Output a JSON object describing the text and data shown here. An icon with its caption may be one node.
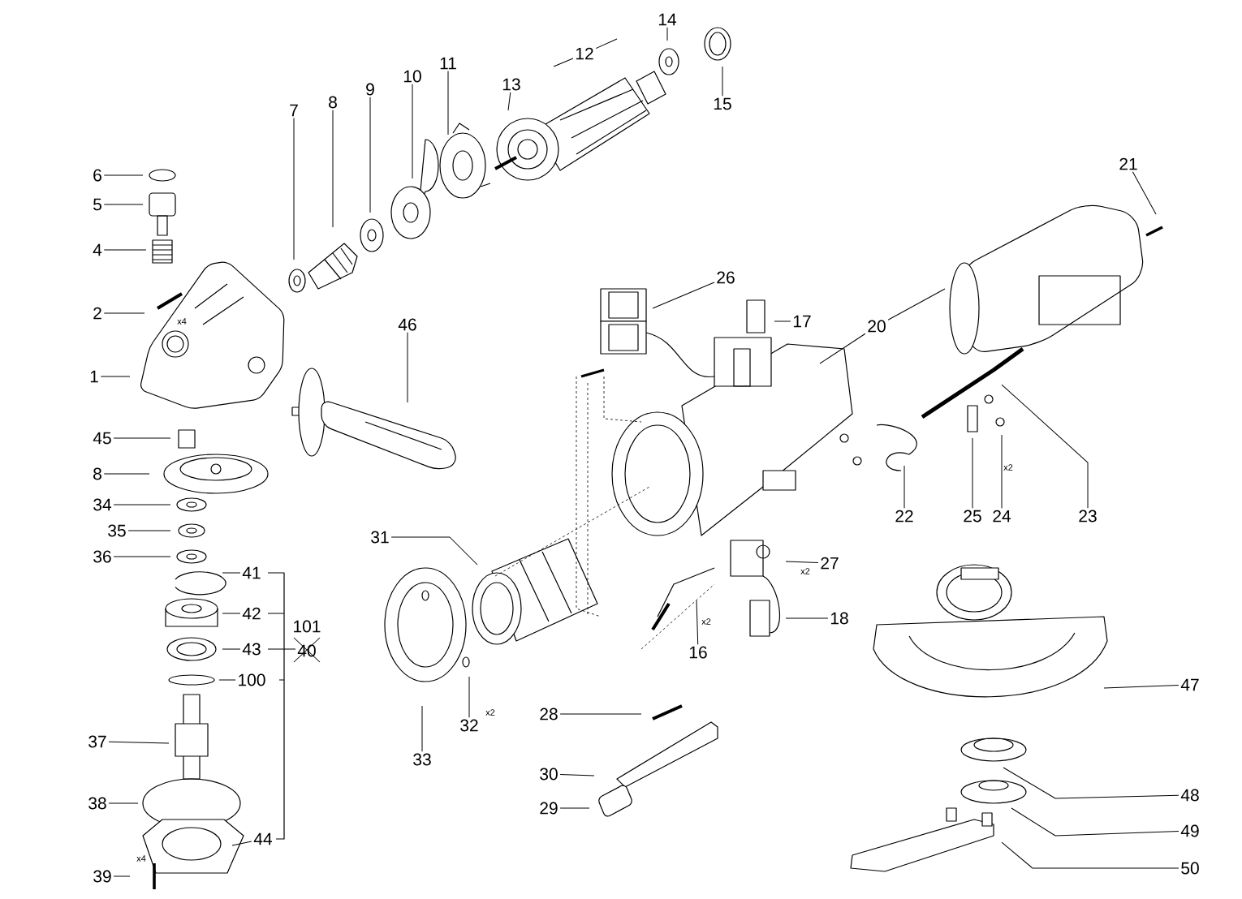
{
  "diagram": {
    "nodes": [
      {
        "text": [
          "14"
        ]
      },
      {
        "text": [
          "12"
        ]
      },
      {
        "text": [
          "13"
        ]
      },
      {
        "text": [
          "11"
        ]
      },
      {
        "text": [
          "10"
        ]
      },
      {
        "text": [
          "9"
        ]
      },
      {
        "text": [
          "8"
        ]
      },
      {
        "text": [
          "7"
        ]
      },
      {
        "text": [
          "15"
        ]
      },
      {
        "text": [
          "21"
        ]
      },
      {
        "text": [
          "6"
        ]
      },
      {
        "text": [
          "5"
        ]
      },
      {
        "text": [
          "4"
        ]
      },
      {
        "text": [
          "26"
        ]
      },
      {
        "text": [
          "2"
        ]
      },
      {
        "text": [
          "17"
        ]
      },
      {
        "text": [
          "46"
        ]
      },
      {
        "text": [
          "20"
        ]
      },
      {
        "text": [
          "1"
        ]
      },
      {
        "text": [
          "45"
        ]
      },
      {
        "text": [
          "8"
        ]
      },
      {
        "text": [
          "34"
        ]
      },
      {
        "text": [
          "35"
        ]
      },
      {
        "text": [
          "36"
        ]
      },
      {
        "text": [
          "22"
        ]
      },
      {
        "text": [
          "25"
        ]
      },
      {
        "text": [
          "24"
        ]
      },
      {
        "text": [
          "23"
        ]
      },
      {
        "text": [
          "31"
        ]
      },
      {
        "text": [
          "27"
        ]
      },
      {
        "text": [
          "41"
        ]
      },
      {
        "text": [
          "42"
        ]
      },
      {
        "text": [
          "18"
        ]
      },
      {
        "text": [
          "43"
        ]
      },
      {
        "text": [
          "16"
        ]
      },
      {
        "text": [
          "100"
        ]
      },
      {
        "text": [
          "47"
        ]
      },
      {
        "text": [
          "28"
        ]
      },
      {
        "text": [
          "32"
        ]
      },
      {
        "text": [
          "37"
        ]
      },
      {
        "text": [
          "33"
        ]
      },
      {
        "text": [
          "30"
        ]
      },
      {
        "text": [
          "48"
        ]
      },
      {
        "text": [
          "38"
        ]
      },
      {
        "text": [
          "29"
        ]
      },
      {
        "text": [
          "49"
        ]
      },
      {
        "text": [
          "44"
        ]
      },
      {
        "text": [
          "50"
        ]
      },
      {
        "text": [
          "39"
        ]
      }
    ],
    "edges": [
      {
        "from": 0,
        "to": null,
        "arrow": "none"
      },
      {
        "from": 1,
        "to": null,
        "arrow": "none"
      },
      {
        "from": 1,
        "to": null,
        "arrow": "none"
      },
      {
        "from": 2,
        "to": null,
        "arrow": "none"
      },
      {
        "from": 3,
        "to": null,
        "arrow": "none"
      },
      {
        "from": 4,
        "to": null,
        "arrow": "none"
      },
      {
        "from": 5,
        "to": null,
        "arrow": "none"
      },
      {
        "from": 6,
        "to": null,
        "arrow": "none"
      },
      {
        "from": 7,
        "to": null,
        "arrow": "none"
      },
      {
        "from": 8,
        "to": null,
        "arrow": "none"
      },
      {
        "from": 9,
        "to": null,
        "arrow": "none"
      },
      {
        "from": 10,
        "to": null,
        "arrow": "none"
      },
      {
        "from": 11,
        "to": null,
        "arrow": "none"
      },
      {
        "from": 12,
        "to": null,
        "arrow": "none"
      },
      {
        "from": 13,
        "to": null,
        "arrow": "none"
      },
      {
        "from": 14,
        "to": null,
        "arrow": "none"
      },
      {
        "from": 15,
        "to": null,
        "arrow": "none"
      },
      {
        "from": 16,
        "to": null,
        "arrow": "none"
      },
      {
        "from": 17,
        "to": null,
        "arrow": "none"
      },
      {
        "from": 17,
        "to": null,
        "arrow": "none"
      },
      {
        "from": 18,
        "to": null,
        "arrow": "none"
      },
      {
        "from": 19,
        "to": null,
        "arrow": "none"
      },
      {
        "from": 20,
        "to": null,
        "arrow": "none"
      },
      {
        "from": 21,
        "to": null,
        "arrow": "none"
      },
      {
        "from": 22,
        "to": null,
        "arrow": "none"
      },
      {
        "from": 23,
        "to": null,
        "arrow": "none"
      },
      {
        "from": 24,
        "to": null,
        "arrow": "none"
      },
      {
        "from": 25,
        "to": null,
        "arrow": "none"
      },
      {
        "from": 26,
        "to": null,
        "arrow": "none"
      },
      {
        "from": 27,
        "to": null,
        "arrow": "none"
      },
      {
        "from": 28,
        "to": null,
        "arrow": "none"
      },
      {
        "from": 29,
        "to": null,
        "arrow": "none"
      },
      {
        "from": 30,
        "to": null,
        "arrow": "none"
      },
      {
        "from": 31,
        "to": null,
        "arrow": "none"
      },
      {
        "from": 32,
        "to": null,
        "arrow": "none"
      },
      {
        "from": 33,
        "to": null,
        "arrow": "none"
      },
      {
        "from": 34,
        "to": null,
        "arrow": "none"
      },
      {
        "from": 35,
        "to": null,
        "arrow": "none"
      },
      {
        "from": 36,
        "to": null,
        "arrow": "none"
      },
      {
        "from": 37,
        "to": null,
        "arrow": "none"
      },
      {
        "from": 38,
        "to": null,
        "arrow": "none"
      },
      {
        "from": 39,
        "to": null,
        "arrow": "none"
      },
      {
        "from": 40,
        "to": null,
        "arrow": "none"
      },
      {
        "from": 41,
        "to": null,
        "arrow": "none"
      },
      {
        "from": 42,
        "to": null,
        "arrow": "none"
      },
      {
        "from": 43,
        "to": null,
        "arrow": "none"
      },
      {
        "from": 44,
        "to": null,
        "arrow": "none"
      },
      {
        "from": 45,
        "to": null,
        "arrow": "none"
      },
      {
        "from": 46,
        "to": null,
        "arrow": "none"
      },
      {
        "from": 47,
        "to": null,
        "arrow": "none"
      },
      {
        "from": 48,
        "to": null,
        "arrow": "none"
      }
    ],
    "labels": [
      "x4",
      "x2",
      "x2",
      "x2",
      "101",
      "40",
      "x2",
      "x4"
    ]
  }
}
